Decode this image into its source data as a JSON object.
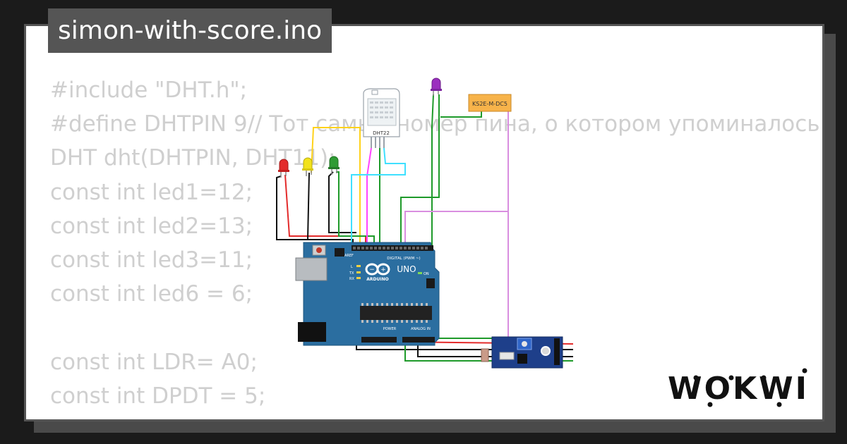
{
  "window": {
    "title": "simon-with-score.ino"
  },
  "code": {
    "lines": [
      "#include \"DHT.h\";",
      "#define DHTPIN 9// Тот самый номер пина, о котором упоминалось",
      "DHT dht(DHTPIN, DHT11);",
      "const int led1=12;",
      "const int led2=13;",
      "const int led3=11;",
      "const int led6 = 6;",
      "",
      "const int LDR= A0;",
      "const int DPDT = 5;"
    ]
  },
  "circuit": {
    "dht_label": "DHT22",
    "relay_label": "KS2E-M-DC5",
    "board": {
      "brand": "ARDUINO",
      "model": "UNO",
      "digital_label": "DIGITAL (PWM ~)",
      "power_label": "POWER",
      "analog_label": "ANALOG IN",
      "aref_label": "AREF",
      "l_label": "L",
      "tx_label": "TX",
      "rx_label": "RX",
      "on_label": "ON"
    },
    "led_colors": {
      "red": "#e32b2b",
      "yellow": "#f2e21b",
      "green": "#2f9b34",
      "purple": "#9b2fbf"
    },
    "wire_colors": {
      "red": "#e32b2b",
      "black": "#111111",
      "green": "#1e9a2a",
      "yellow": "#ffd21a",
      "cyan": "#3fe0ff",
      "violet": "#d98ee0"
    }
  },
  "brand": {
    "logo_text": "WOKWI",
    "accent": "#555555"
  }
}
